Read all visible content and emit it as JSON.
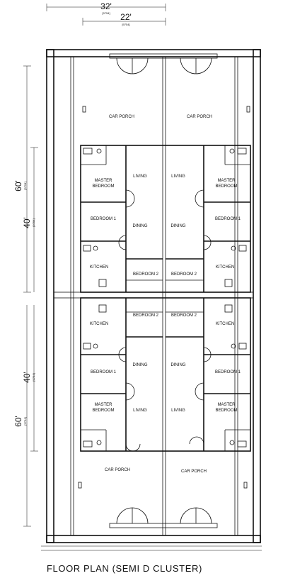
{
  "caption": "FLOOR PLAN (SEMI D CLUSTER)",
  "dimensions": {
    "width_total": "32'",
    "width_inner": "22'",
    "depth_total": "60'",
    "depth_inner": "40'",
    "unit_note": "[9754]"
  },
  "rooms": {
    "car_porch": "CAR PORCH",
    "living": "LIVING",
    "dining": "DINING",
    "master_bedroom_line1": "MASTER",
    "master_bedroom_line2": "BEDROOM",
    "bedroom_1": "BEDROOM 1",
    "bedroom_2": "BEDROOM 2",
    "kitchen": "KITCHEN"
  }
}
